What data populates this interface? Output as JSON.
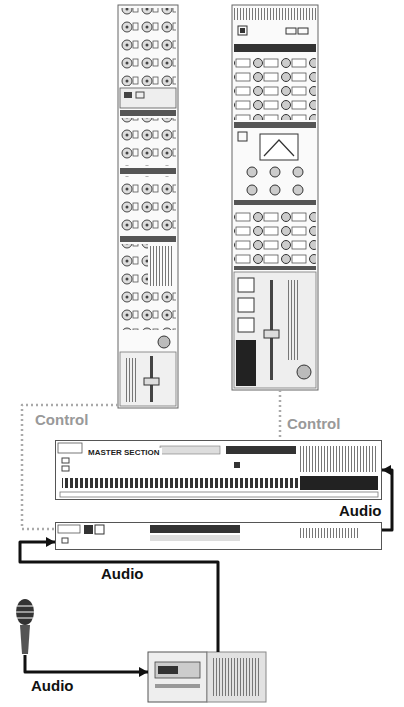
{
  "diagram": {
    "nodes": [
      {
        "text": []
      },
      {
        "text": []
      },
      {
        "text": [
          "MASTER SECTION"
        ]
      },
      {
        "text": []
      },
      {
        "text": []
      },
      {
        "text": []
      }
    ],
    "edges": [
      {
        "from": 0,
        "to": 3,
        "label": "Control",
        "arrow": "none"
      },
      {
        "from": 1,
        "to": 2,
        "label": "Control",
        "arrow": "none"
      },
      {
        "from": 3,
        "to": 2,
        "label": "Audio",
        "arrow": "to"
      },
      {
        "from": 5,
        "to": 3,
        "label": "Audio",
        "arrow": "to"
      },
      {
        "from": 4,
        "to": 5,
        "label": "Audio",
        "arrow": "to"
      }
    ]
  }
}
